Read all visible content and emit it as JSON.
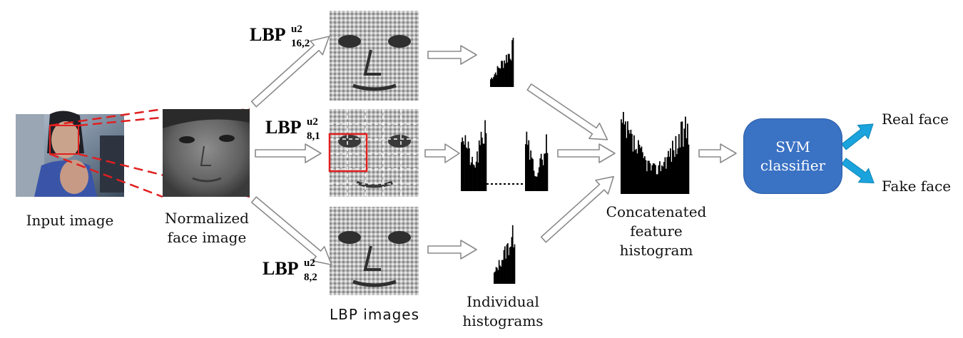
{
  "captions": {
    "input_image": "Input image",
    "normalized_line1": "Normalized",
    "normalized_line2": "face image",
    "lbp_images": "LBP images",
    "individual_line1": "Individual",
    "individual_line2": "histograms",
    "concat_line1": "Concatenated",
    "concat_line2": "feature",
    "concat_line3": "histogram"
  },
  "operators": [
    {
      "base": "LBP",
      "sup": "u2",
      "sub": "16,2"
    },
    {
      "base": "LBP",
      "sup": "u2",
      "sub": "8,1"
    },
    {
      "base": "LBP",
      "sup": "u2",
      "sub": "8,2"
    }
  ],
  "classifier": {
    "line1": "SVM",
    "line2": "classifier"
  },
  "outputs": {
    "real": "Real face",
    "fake": "Fake face"
  },
  "colors": {
    "arrow_outline": "#8a8a8a",
    "arrow_fill": "#ffffff",
    "svm_fill": "#3a72c4",
    "output_arrow": "#1aa3dc",
    "highlight": "#e02020"
  }
}
